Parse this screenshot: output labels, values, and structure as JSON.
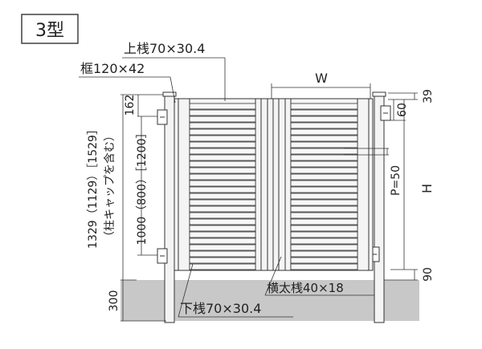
{
  "type_label": "3型",
  "labels": {
    "top_rail": "上桟70×30.4",
    "frame": "框120×42",
    "bottom_rail": "下桟70×30.4",
    "cross_bar": "横太桟40×18",
    "pitch": "P=50",
    "width": "W",
    "height": "H"
  },
  "dims": {
    "top_gap": "39",
    "cap_60": "60",
    "bottom_gap": "90",
    "left_162": "162",
    "embed_300": "300",
    "overall_height": "1329（1129）［1529］",
    "overall_note": "（柱キャップを含む）",
    "fence_height": "1000（800）［1200］"
  },
  "colors": {
    "ground": "#c8c8c8",
    "line": "#333333",
    "frame_fill": "#f4f4f4",
    "slat_fill": "#f7f7f7"
  }
}
